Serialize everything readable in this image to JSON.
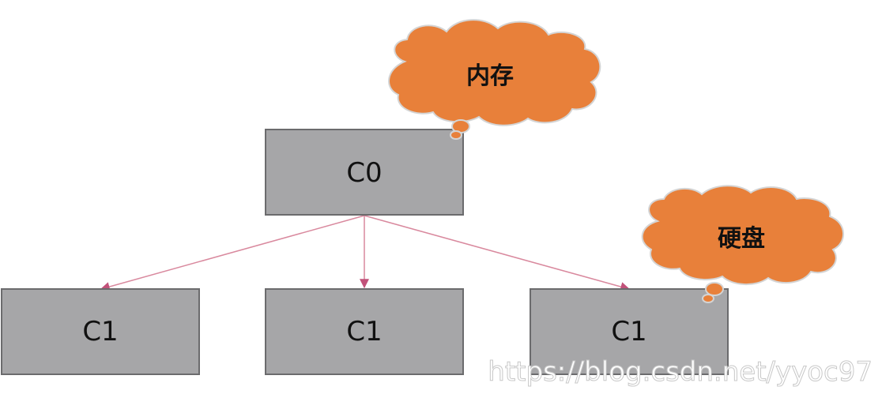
{
  "nodes": {
    "root": {
      "label": "C0"
    },
    "child_left": {
      "label": "C1"
    },
    "child_middle": {
      "label": "C1"
    },
    "child_right": {
      "label": "C1"
    }
  },
  "callouts": {
    "memory": {
      "label": "内存"
    },
    "disk": {
      "label": "硬盘"
    }
  },
  "watermark": "https://blog.csdn.net/yyoc97",
  "colors": {
    "node_fill": "#a6a6a8",
    "cloud_fill": "#e8803a",
    "arrow": "#c2527a"
  }
}
